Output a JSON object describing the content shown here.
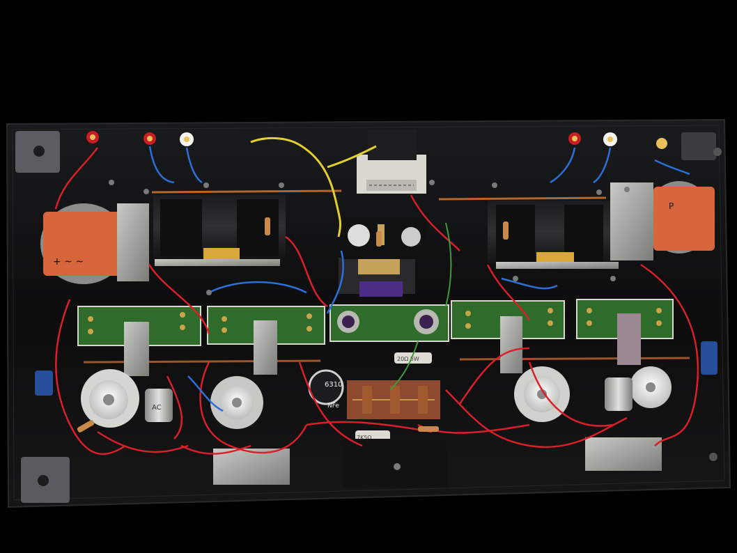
{
  "photo": {
    "labels": {
      "left_transformer_marks": "+ ~ ~",
      "left_cap_text": "AC",
      "center_tube_marking": "6310",
      "center_tube_text": "NFe",
      "center_resistor_text": "20Ω 5W",
      "lower_resistor_text": "7K5Ω",
      "right_transformer_marks": "P"
    }
  },
  "colors": {
    "chassis": "#0c0c0d",
    "board_green": "#2f6b2a",
    "copper_bar": "#b5652f",
    "wire_red": "#d9202a",
    "wire_blue": "#2d6fd8",
    "wire_yellow": "#e3d12a",
    "transformer_orange": "#d7663d"
  }
}
